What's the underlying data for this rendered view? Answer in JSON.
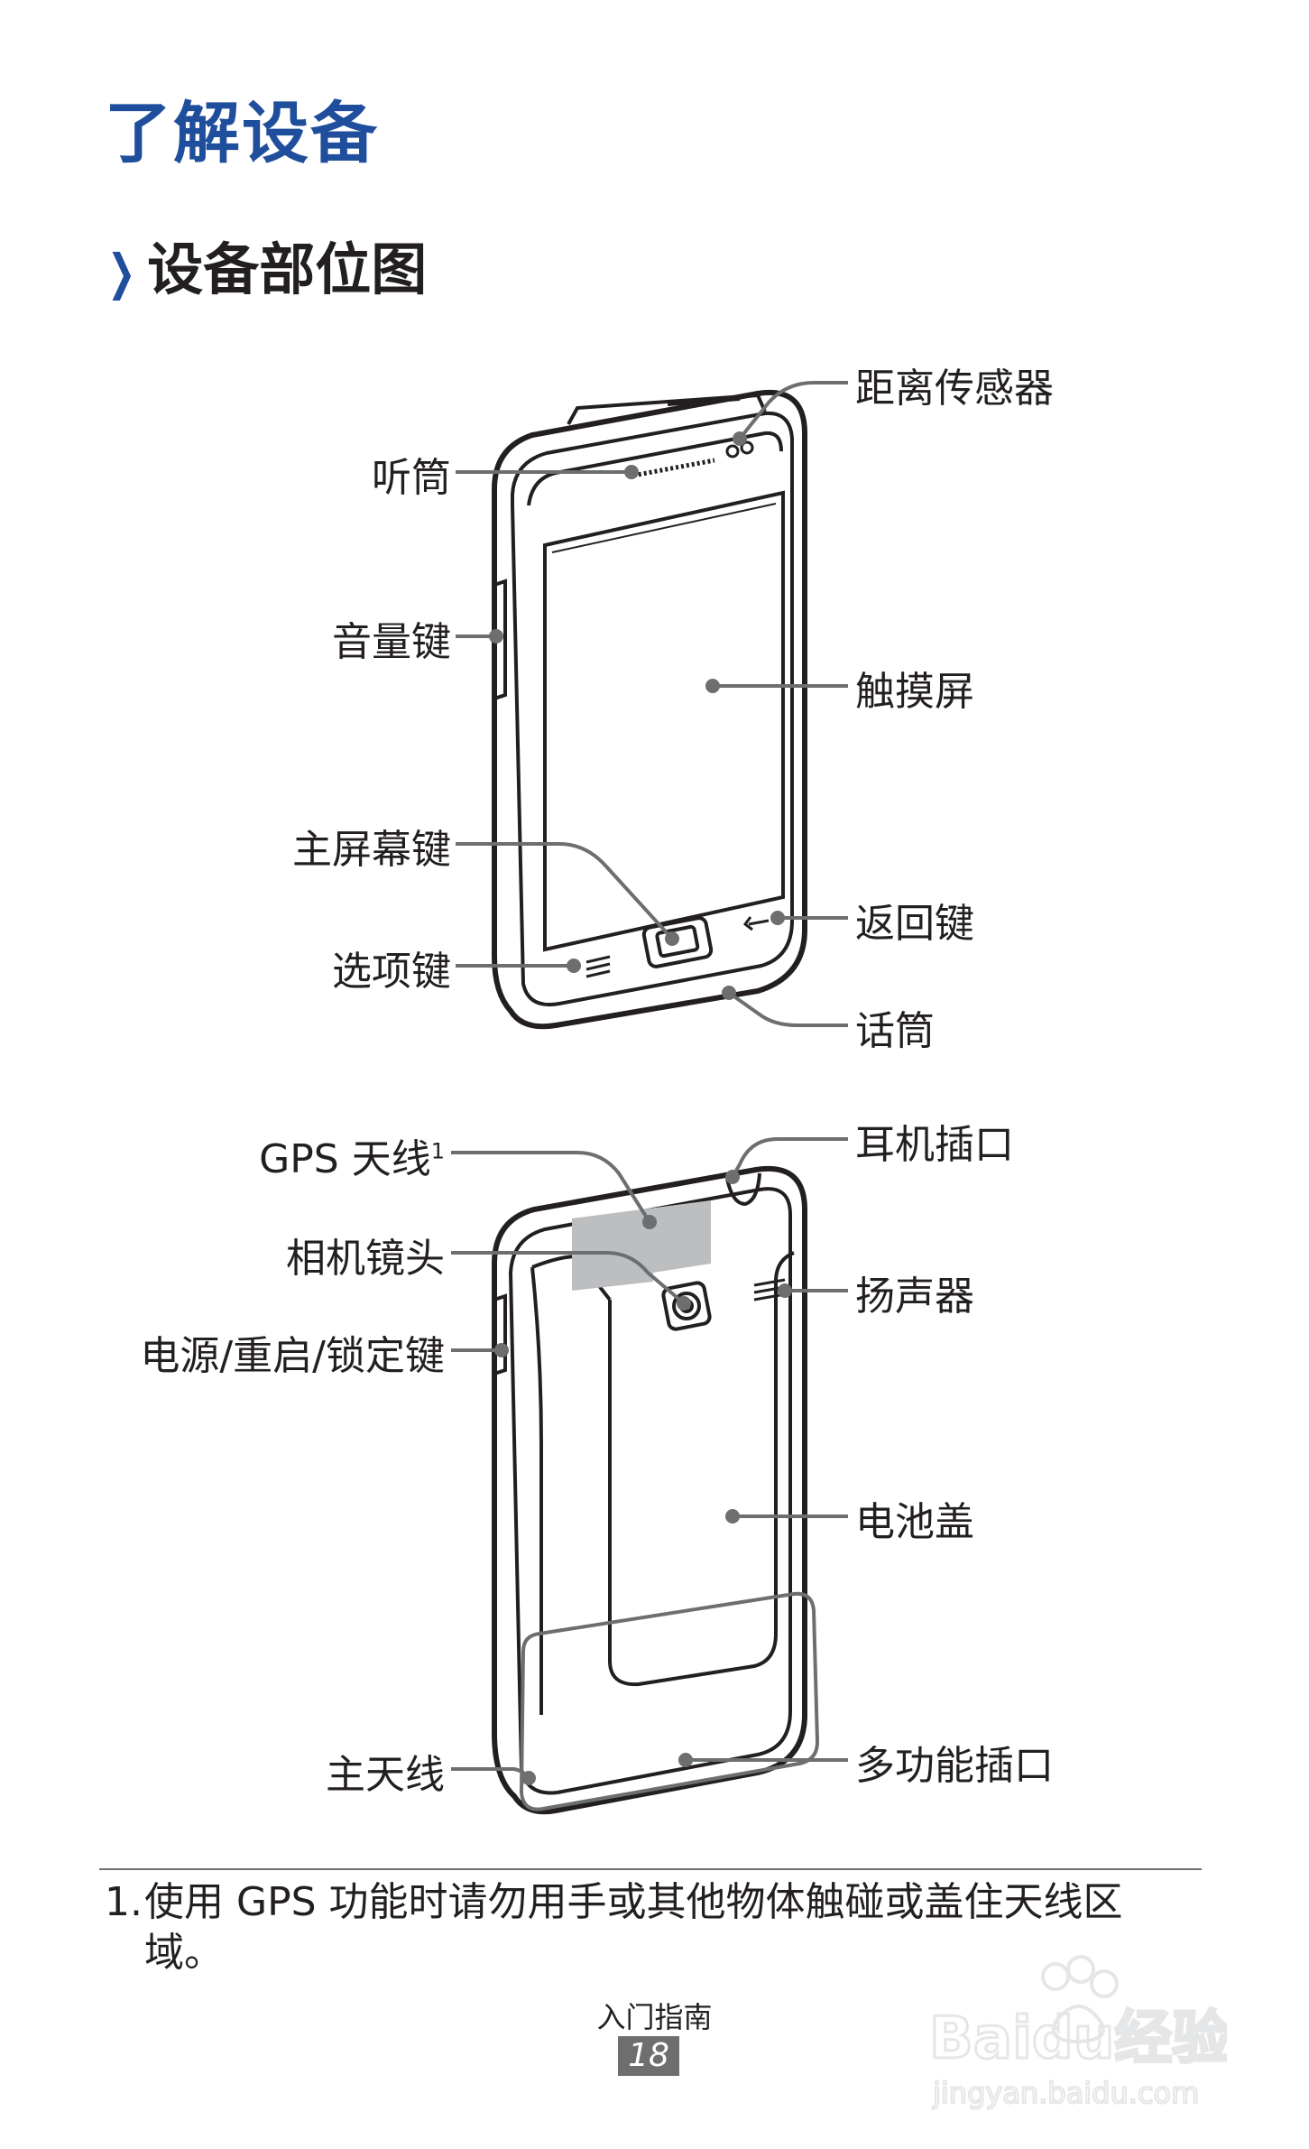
{
  "page": {
    "title": "了解设备",
    "section_title": "设备部位图"
  },
  "front_labels": {
    "proximity_sensor": "距离传感器",
    "receiver": "听筒",
    "volume_key": "音量键",
    "touch_screen": "触摸屏",
    "home_key": "主屏幕键",
    "back_key": "返回键",
    "menu_key": "选项键",
    "mouthpiece": "话筒"
  },
  "back_labels": {
    "gps_antenna": "GPS 天线",
    "gps_footnote_mark": "1",
    "headset_jack": "耳机插口",
    "camera_lens": "相机镜头",
    "speaker": "扬声器",
    "power_key": "电源/重启/锁定键",
    "battery_cover": "电池盖",
    "main_antenna": "主天线",
    "multifunction_jack": "多功能插口"
  },
  "footnote": {
    "number": "1.",
    "text": "使用 GPS 功能时请勿用手或其他物体触碰或盖住天线区域。"
  },
  "footer": {
    "chapter": "入门指南",
    "page_number": "18"
  },
  "watermark": {
    "brand": "Baidu经验",
    "url": "jingyan.baidu.com"
  },
  "colors": {
    "title_blue": "#1f4e9c",
    "leader_gray": "#6d6e70",
    "antenna_gray": "#bcbec0"
  }
}
